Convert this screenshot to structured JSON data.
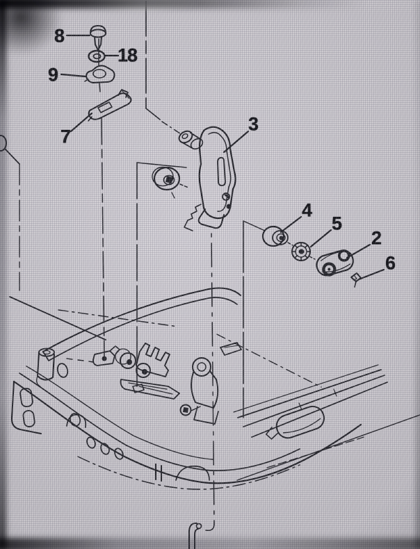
{
  "diagram": {
    "type": "exploded-parts-diagram",
    "callouts": [
      {
        "label": "8"
      },
      {
        "label": "18"
      },
      {
        "label": "9"
      },
      {
        "label": "7"
      },
      {
        "label": "3"
      },
      {
        "label": "4"
      },
      {
        "label": "5"
      },
      {
        "label": "2"
      },
      {
        "label": "6"
      }
    ]
  },
  "colors": {
    "background": "#c6c3c8",
    "ink": "#1b1b20"
  }
}
